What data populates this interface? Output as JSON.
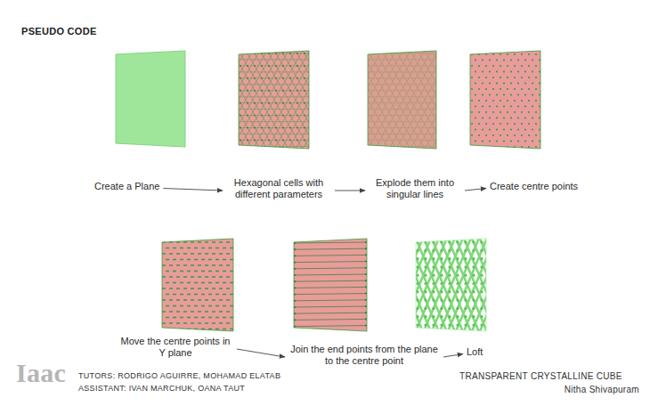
{
  "diagram": {
    "title": "PSEUDO CODE",
    "nodes": [
      {
        "text": [
          "Create a Plane"
        ]
      },
      {
        "text": [
          "Hexagonal cells with different parameters"
        ]
      },
      {
        "text": [
          "Explode them into singular lines"
        ]
      },
      {
        "text": [
          "Create centre points"
        ]
      },
      {
        "text": [
          "Move the centre points in Y plane"
        ]
      },
      {
        "text": [
          "Join the end points from the plane to the centre point"
        ]
      },
      {
        "text": [
          "Loft"
        ]
      }
    ],
    "edges": [
      {
        "from": 0,
        "to": 1,
        "arrow": "to"
      },
      {
        "from": 1,
        "to": 2,
        "arrow": "to"
      },
      {
        "from": 2,
        "to": 3,
        "arrow": "to"
      },
      {
        "from": 4,
        "to": 5,
        "arrow": "to"
      },
      {
        "from": 5,
        "to": 6,
        "arrow": "to"
      }
    ],
    "labels": [
      "Iaac",
      "TUTORS: RODRIGO AGUIRRE, MOHAMAD ELATAB",
      "ASSISTANT: IVAN MARCHUK, OANA TAUT",
      "TRANSPARENT CRYSTALLINE CUBE",
      "Nitha Shivapuram"
    ]
  }
}
